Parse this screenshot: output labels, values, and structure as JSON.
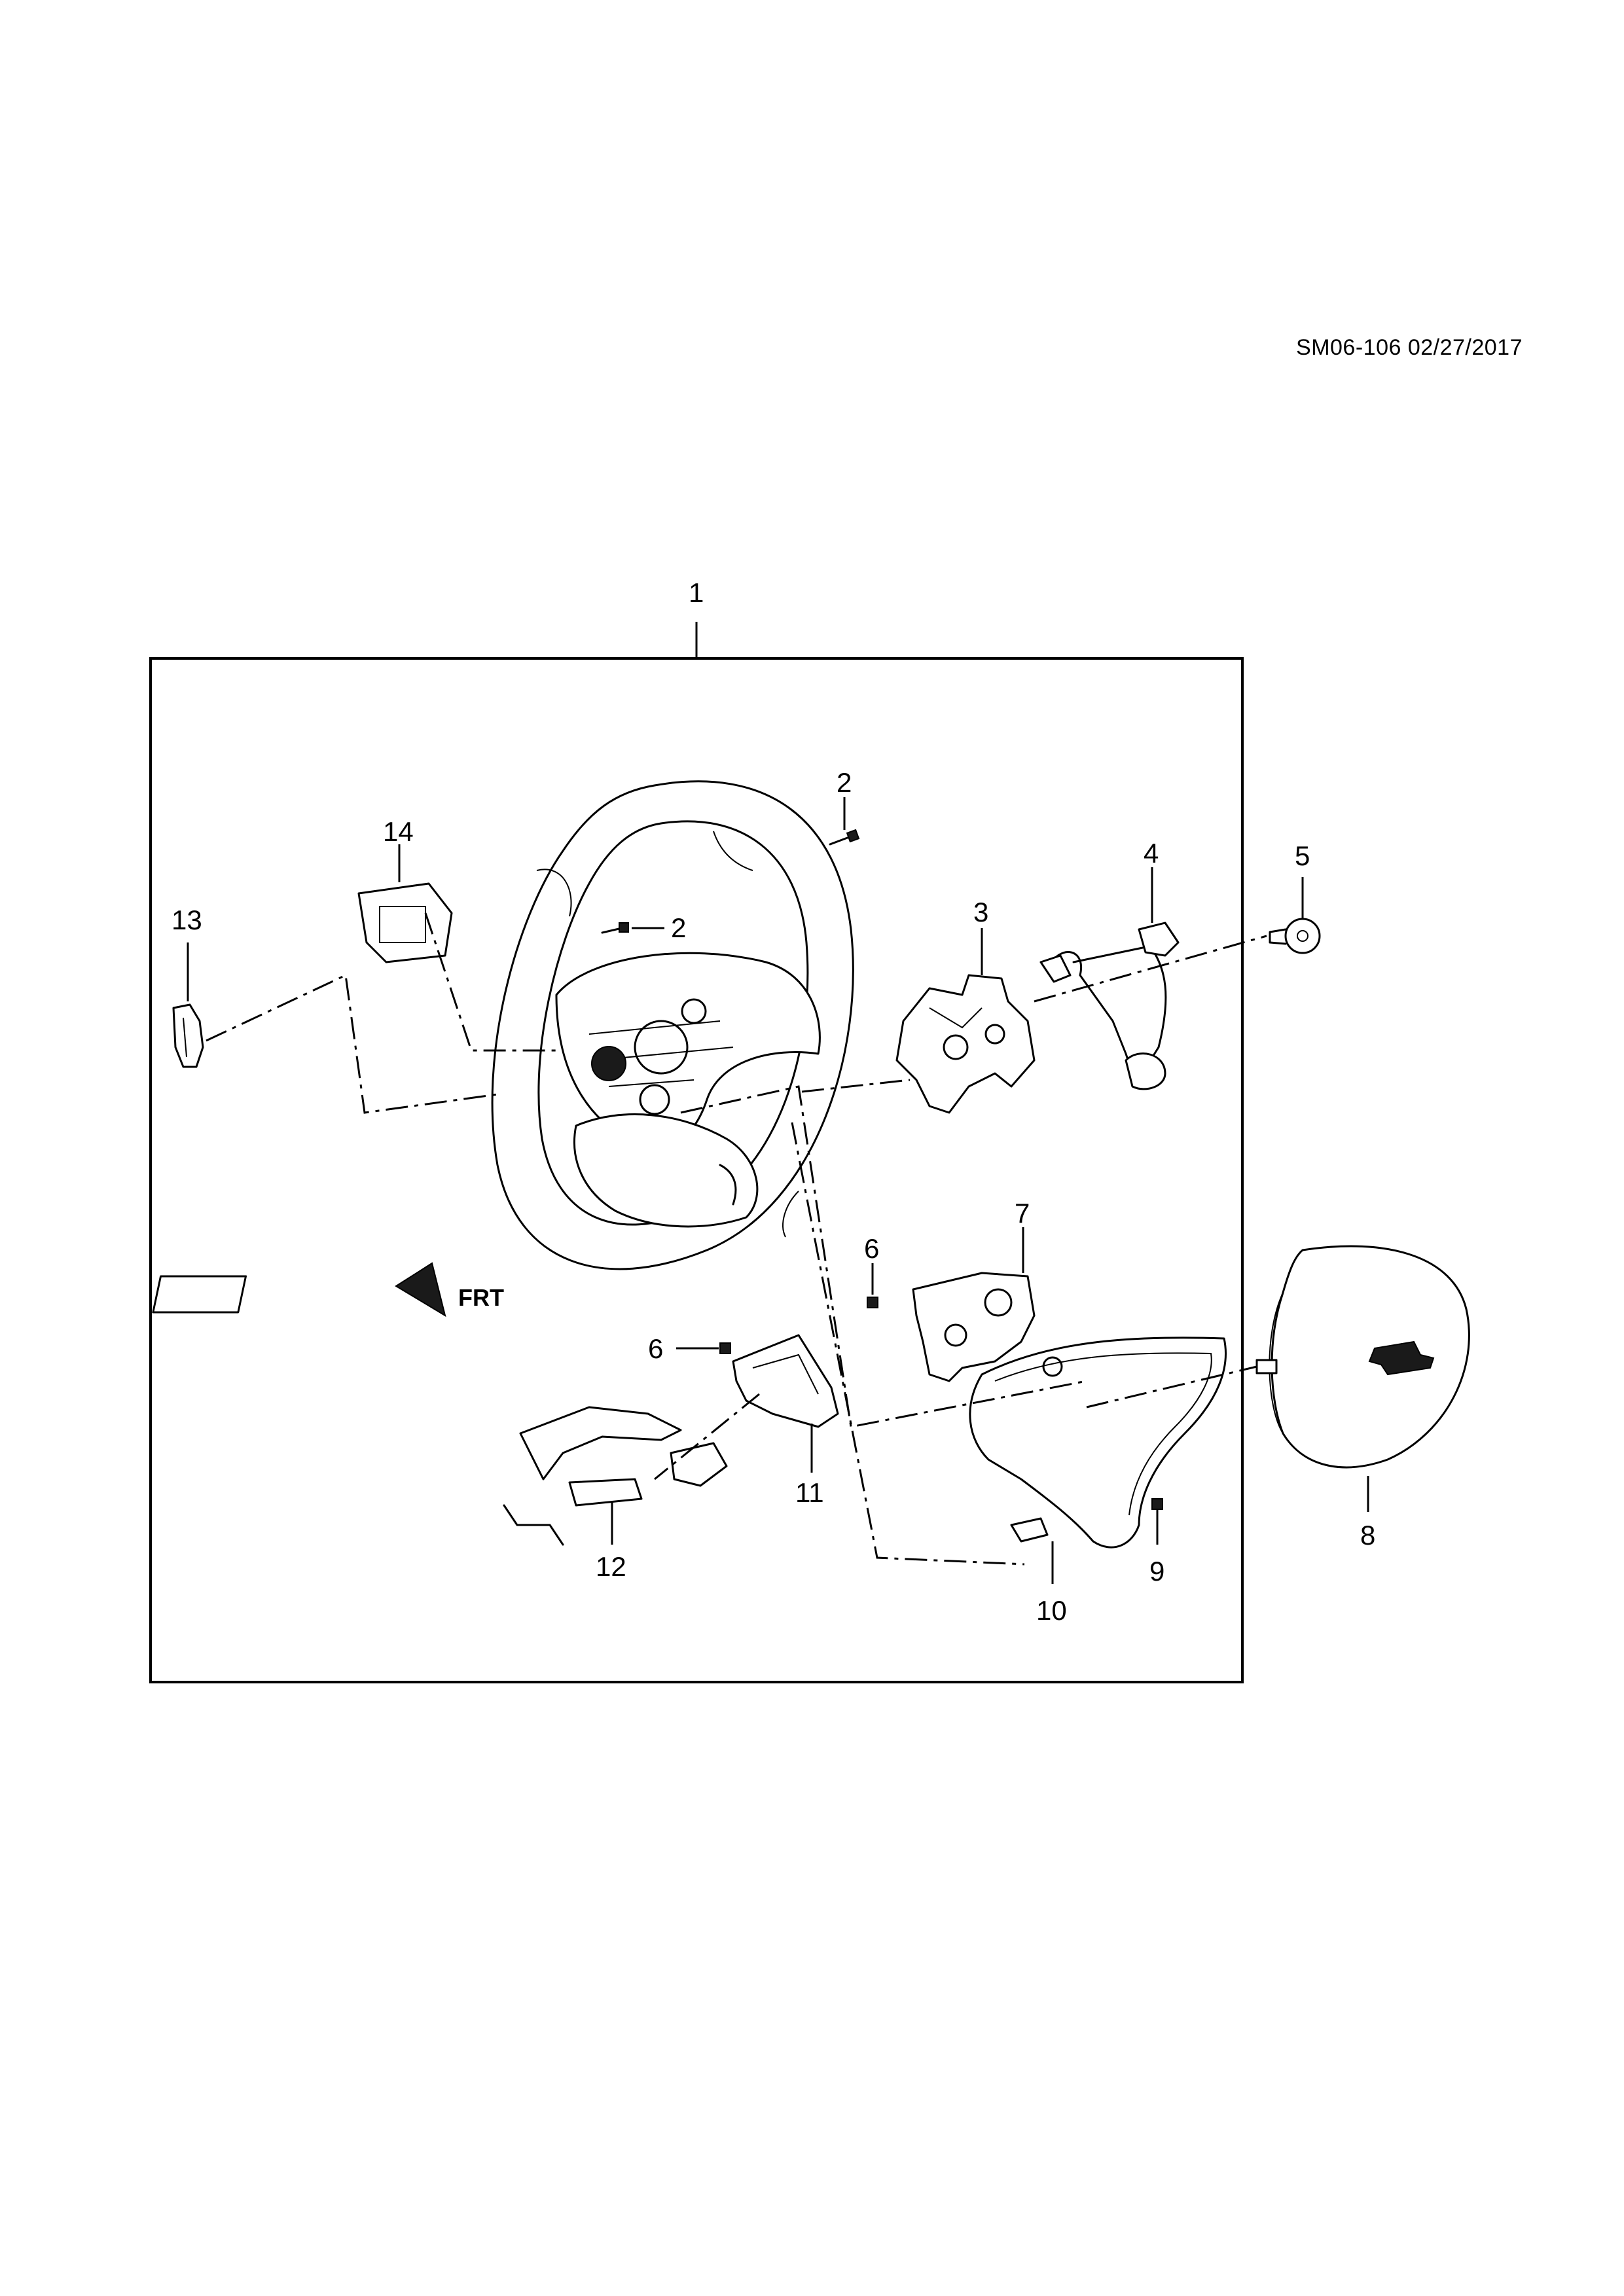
{
  "document": {
    "reference": "SM06-106 02/27/2017"
  },
  "callouts": {
    "c1": "1",
    "c2a": "2",
    "c2b": "2",
    "c3": "3",
    "c4": "4",
    "c5": "5",
    "c6a": "6",
    "c6b": "6",
    "c7": "7",
    "c8": "8",
    "c9": "9",
    "c10": "10",
    "c11": "11",
    "c12": "12",
    "c13": "13",
    "c14": "14"
  },
  "icons": {
    "front_indicator": "FRT"
  }
}
